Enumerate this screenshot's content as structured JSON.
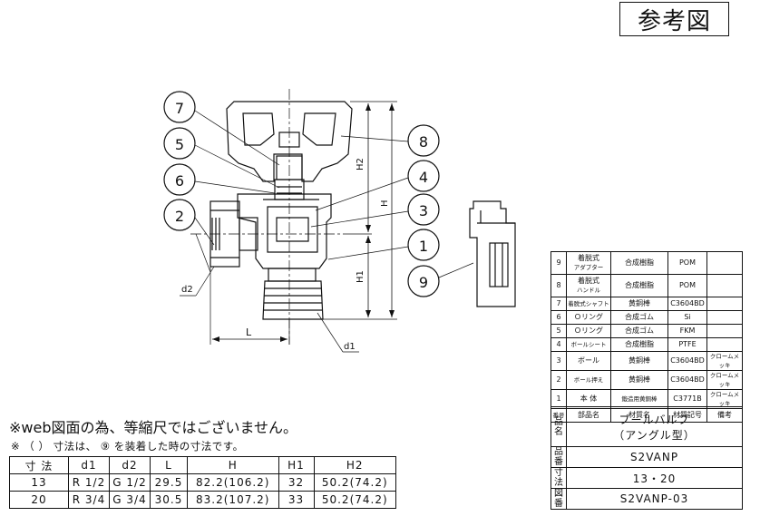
{
  "stamp": "参考図",
  "balloons": [
    "7",
    "5",
    "6",
    "2",
    "8",
    "4",
    "3",
    "1",
    "9"
  ],
  "dims": {
    "h2": "H2",
    "h": "H",
    "h1": "H1",
    "l": "L",
    "d1": "d1",
    "d2": "d2"
  },
  "notes": {
    "web": "※web図面の為、等縮尺ではございません。",
    "paren": "※ （ ） 寸法は、 ⑨ を装着した時の寸法です。"
  },
  "dim_table": {
    "headers": [
      "寸 法",
      "d1",
      "d2",
      "L",
      "H",
      "H1",
      "H2"
    ],
    "rows": [
      [
        "13",
        "R 1/2",
        "G 1/2",
        "29.5",
        "82.2(106.2)",
        "32",
        "50.2(74.2)"
      ],
      [
        "20",
        "R 3/4",
        "G 3/4",
        "30.5",
        "83.2(107.2)",
        "33",
        "50.2(74.2)"
      ]
    ]
  },
  "parts": [
    {
      "no": "9",
      "name": "着脱式",
      "name2": "アダプター",
      "material": "合成樹脂",
      "code": "POM",
      "note": ""
    },
    {
      "no": "8",
      "name": "着脱式",
      "name2": "ハンドル",
      "material": "合成樹脂",
      "code": "POM",
      "note": ""
    },
    {
      "no": "7",
      "name": "着脱式シャフト",
      "name2": "",
      "material": "黄銅棒",
      "code": "C3604BD",
      "note": ""
    },
    {
      "no": "6",
      "name": "Ｏリング",
      "name2": "",
      "material": "合成ゴム",
      "code": "Si",
      "note": ""
    },
    {
      "no": "5",
      "name": "Ｏリング",
      "name2": "",
      "material": "合成ゴム",
      "code": "FKM",
      "note": ""
    },
    {
      "no": "4",
      "name": "ボールシート",
      "name2": "",
      "material": "合成樹脂",
      "code": "PTFE",
      "note": ""
    },
    {
      "no": "3",
      "name": "ボール",
      "name2": "",
      "material": "黄銅棒",
      "code": "C3604BD",
      "note": "クロームメッキ"
    },
    {
      "no": "2",
      "name": "ボール押え",
      "name2": "",
      "material": "黄銅棒",
      "code": "C3604BD",
      "note": "クロームメッキ"
    },
    {
      "no": "1",
      "name": "本 体",
      "name2": "",
      "material": "鍛造用黄銅棒",
      "code": "C3771B",
      "note": "クロームメッキ"
    }
  ],
  "parts_header": [
    "番号",
    "部品名",
    "材質名",
    "材質記号",
    "備考"
  ],
  "title_block": {
    "name_label": "品名",
    "name_line1": "ブールバルブ",
    "name_line2": "（アングル型）",
    "number_label": "品番",
    "number": "S2VANP",
    "size_label": "寸法",
    "size": "13・20",
    "drawing_label": "図番",
    "drawing": "S2VANP-03"
  }
}
